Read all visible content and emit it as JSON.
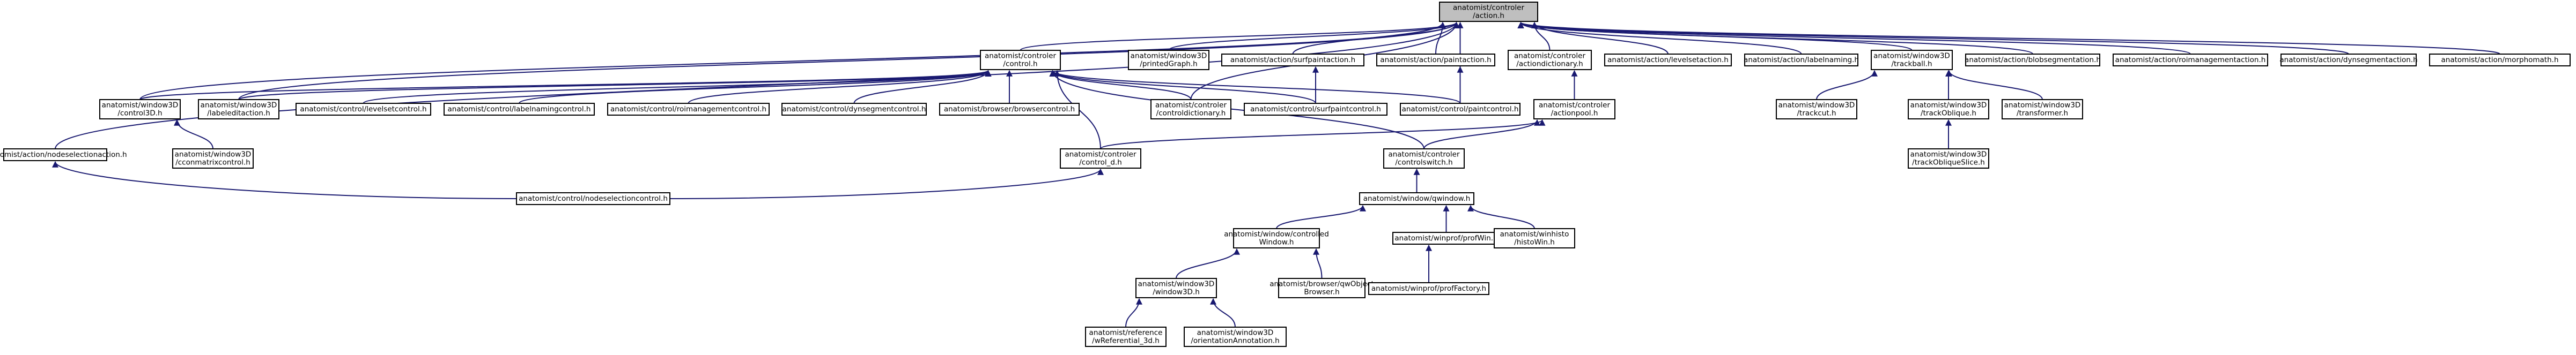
{
  "graph": {
    "root_fill": "#bfbfbf",
    "edge_color": "#191970",
    "nodes": [
      {
        "id": "root",
        "lines": [
          "anatomist/controler",
          "/action.h"
        ],
        "root": true
      },
      {
        "id": "control_h",
        "lines": [
          "anatomist/controler",
          "/control.h"
        ]
      },
      {
        "id": "printedgraph",
        "lines": [
          "anatomist/window3D",
          "/printedGraph.h"
        ]
      },
      {
        "id": "surfpaintaction",
        "lines": [
          "anatomist/action/surfpaintaction.h"
        ]
      },
      {
        "id": "paintaction",
        "lines": [
          "anatomist/action/paintaction.h"
        ]
      },
      {
        "id": "actiondictionary",
        "lines": [
          "anatomist/controler",
          "/actiondictionary.h"
        ]
      },
      {
        "id": "levelsetaction",
        "lines": [
          "anatomist/action/levelsetaction.h"
        ]
      },
      {
        "id": "labelnaming",
        "lines": [
          "anatomist/action/labelnaming.h"
        ]
      },
      {
        "id": "trackball",
        "lines": [
          "anatomist/window3D",
          "/trackball.h"
        ]
      },
      {
        "id": "blobsegmentation",
        "lines": [
          "anatomist/action/blobsegmentation.h"
        ]
      },
      {
        "id": "roimanagementaction",
        "lines": [
          "anatomist/action/roimanagementaction.h"
        ]
      },
      {
        "id": "dynsegmentaction",
        "lines": [
          "anatomist/action/dynsegmentaction.h"
        ]
      },
      {
        "id": "morphomath",
        "lines": [
          "anatomist/action/morphomath.h"
        ]
      },
      {
        "id": "control3d",
        "lines": [
          "anatomist/window3D",
          "/control3D.h"
        ]
      },
      {
        "id": "labeleditaction",
        "lines": [
          "anatomist/window3D",
          "/labeleditaction.h"
        ]
      },
      {
        "id": "levelsetcontrol",
        "lines": [
          "anatomist/control/levelsetcontrol.h"
        ]
      },
      {
        "id": "labelnamingcontrol",
        "lines": [
          "anatomist/control/labelnamingcontrol.h"
        ]
      },
      {
        "id": "roimanagementcontrol",
        "lines": [
          "anatomist/control/roimanagementcontrol.h"
        ]
      },
      {
        "id": "dynsegmentcontrol",
        "lines": [
          "anatomist/control/dynsegmentcontrol.h"
        ]
      },
      {
        "id": "browsercontrol",
        "lines": [
          "anatomist/browser/browsercontrol.h"
        ]
      },
      {
        "id": "controldictionary",
        "lines": [
          "anatomist/controler",
          "/controldictionary.h"
        ]
      },
      {
        "id": "surfpaintcontrol",
        "lines": [
          "anatomist/control/surfpaintcontrol.h"
        ]
      },
      {
        "id": "paintcontrol",
        "lines": [
          "anatomist/control/paintcontrol.h"
        ]
      },
      {
        "id": "actionpool",
        "lines": [
          "anatomist/controler",
          "/actionpool.h"
        ]
      },
      {
        "id": "trackcut",
        "lines": [
          "anatomist/window3D",
          "/trackcut.h"
        ]
      },
      {
        "id": "trackoblique",
        "lines": [
          "anatomist/window3D",
          "/trackOblique.h"
        ]
      },
      {
        "id": "transformer",
        "lines": [
          "anatomist/window3D",
          "/transformer.h"
        ]
      },
      {
        "id": "nodeselectionaction",
        "lines": [
          "anatomist/action/nodeselectionaction.h"
        ]
      },
      {
        "id": "cmmatrixcontrol",
        "lines": [
          "anatomist/window3D",
          "/cconmatrixcontrol.h"
        ]
      },
      {
        "id": "control_d",
        "lines": [
          "anatomist/controler",
          "/control_d.h"
        ]
      },
      {
        "id": "controlswitch",
        "lines": [
          "anatomist/controler",
          "/controlswitch.h"
        ]
      },
      {
        "id": "trackobliqueslice",
        "lines": [
          "anatomist/window3D",
          "/trackObliqueSlice.h"
        ]
      },
      {
        "id": "nodeselectioncontrol",
        "lines": [
          "anatomist/control/nodeselectioncontrol.h"
        ]
      },
      {
        "id": "qwindow",
        "lines": [
          "anatomist/window/qwindow.h"
        ]
      },
      {
        "id": "controlledwindow",
        "lines": [
          "anatomist/window/controlled",
          "Window.h"
        ]
      },
      {
        "id": "profwin",
        "lines": [
          "anatomist/winprof/profWin.h"
        ]
      },
      {
        "id": "histowin",
        "lines": [
          "anatomist/winhisto",
          "/histoWin.h"
        ]
      },
      {
        "id": "window3d",
        "lines": [
          "anatomist/window3D",
          "/window3D.h"
        ]
      },
      {
        "id": "qobjectbrowser",
        "lines": [
          "anatomist/browser/qwObject",
          "Browser.h"
        ]
      },
      {
        "id": "proffactory",
        "lines": [
          "anatomist/winprof/profFactory.h"
        ]
      },
      {
        "id": "wreferential",
        "lines": [
          "anatomist/reference",
          "/wReferential_3d.h"
        ]
      },
      {
        "id": "orientationannotation",
        "lines": [
          "anatomist/window3D",
          "/orientationAnnotation.h"
        ]
      }
    ]
  }
}
